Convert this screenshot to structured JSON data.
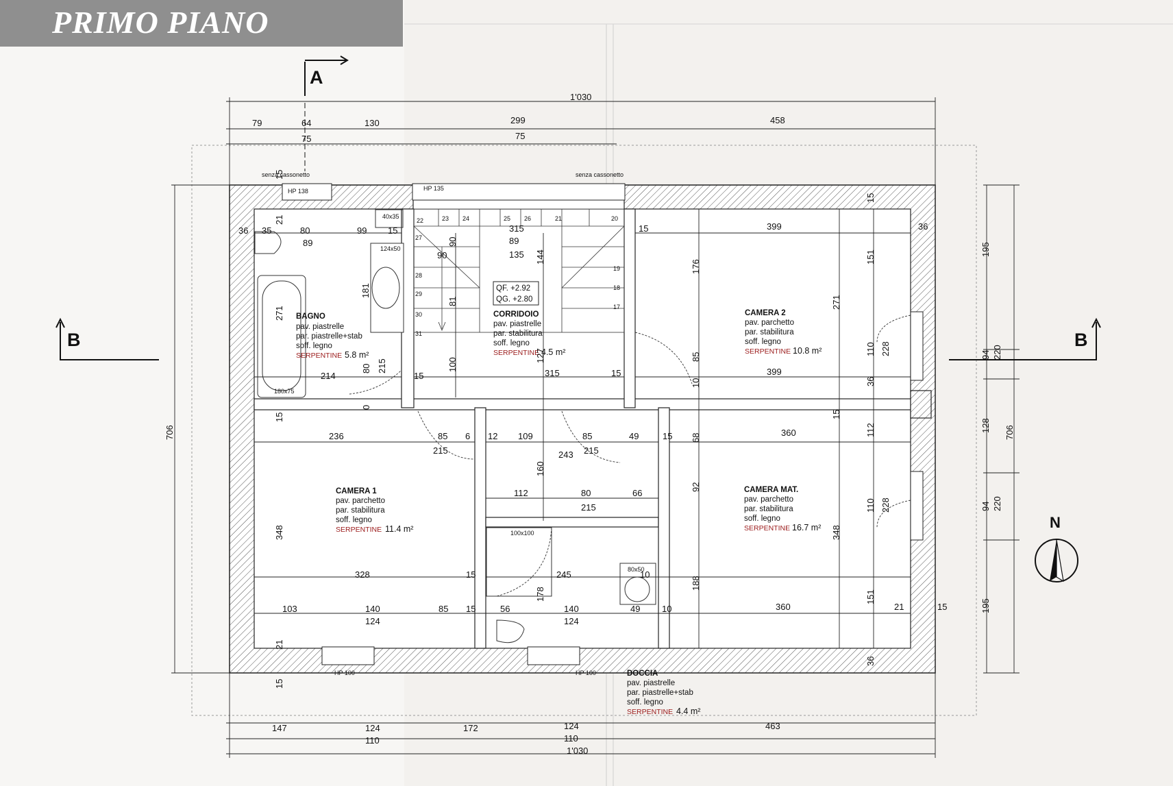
{
  "title": "PRIMO PIANO",
  "section_labels": {
    "a": "A",
    "b_left": "B",
    "b_right": "B",
    "north": "N"
  },
  "level_marks": {
    "qf": "QF. +2.92",
    "qg": "QG. +2.80"
  },
  "window_labels": {
    "hp138": "HP 138",
    "hp135": "HP 135",
    "hp100_left": "HP 100",
    "hp100_right": "HP 100"
  },
  "small_notes": {
    "left": "senza cassonetto",
    "right": "senza cassonetto",
    "wc_bagno": "40x35",
    "sink": "124x50",
    "tub": "180x75",
    "shower": "100x100",
    "wc_doccia": "80x50"
  },
  "rooms": [
    {
      "name": "BAGNO",
      "lines": [
        "pav. piastrelle",
        "par. piastrelle+stab",
        "soff. legno"
      ],
      "serp": "SERPENTINE",
      "area": "5.8 m²"
    },
    {
      "name": "CORRIDOIO",
      "lines": [
        "pav. piastrelle",
        "par. stabilitura",
        "soff. legno"
      ],
      "serp": "SERPENTINE",
      "area": "4.5 m²"
    },
    {
      "name": "CAMERA 2",
      "lines": [
        "pav. parchetto",
        "par. stabilitura",
        "soff. legno"
      ],
      "serp": "SERPENTINE",
      "area": "10.8 m²"
    },
    {
      "name": "CAMERA 1",
      "lines": [
        "pav. parchetto",
        "par. stabilitura",
        "soff. legno"
      ],
      "serp": "SERPENTINE",
      "area": "11.4 m²"
    },
    {
      "name": "CAMERA MAT.",
      "lines": [
        "pav. parchetto",
        "par. stabilitura",
        "soff. legno"
      ],
      "serp": "SERPENTINE",
      "area": "16.7 m²"
    },
    {
      "name": "DOCCIA",
      "lines": [
        "pav. piastrelle",
        "par. piastrelle+stab",
        "soff. legno"
      ],
      "serp": "SERPENTINE",
      "area": "4.4 m²"
    }
  ],
  "dimensions": {
    "top_total": "1'030",
    "top_row1": [
      "79",
      "64",
      "130",
      "299",
      "458"
    ],
    "top_row2": [
      "75",
      "75"
    ],
    "bottom_row1": [
      "147",
      "124",
      "172",
      "124",
      "463"
    ],
    "bottom_row2": [
      "110",
      "110"
    ],
    "bottom_total": "1'030",
    "left_total": "706",
    "right_total": "706",
    "right_col1": [
      "195",
      "94",
      "128",
      "94",
      "195"
    ],
    "right_col2": [
      "220",
      "220"
    ],
    "interior": [
      "15",
      "36",
      "35",
      "21",
      "80",
      "89",
      "99",
      "15",
      "181",
      "271",
      "215",
      "80",
      "214",
      "0",
      "15",
      "90",
      "90",
      "315",
      "89",
      "135",
      "144",
      "81",
      "100",
      "127",
      "315",
      "15",
      "15",
      "176",
      "271",
      "85",
      "399",
      "15",
      "10",
      "36",
      "399",
      "36",
      "151",
      "110",
      "228",
      "15",
      "236",
      "85",
      "6",
      "215",
      "12",
      "109",
      "85",
      "243",
      "215",
      "49",
      "15",
      "68",
      "360",
      "15",
      "112",
      "160",
      "112",
      "80",
      "66",
      "215",
      "92",
      "348",
      "328",
      "15",
      "245",
      "10",
      "188",
      "178",
      "110",
      "228",
      "348",
      "103",
      "140",
      "85",
      "15",
      "124",
      "56",
      "140",
      "49",
      "10",
      "360",
      "21",
      "15",
      "151",
      "124",
      "21",
      "15",
      "36"
    ],
    "stair_steps": [
      "22",
      "23",
      "24",
      "25",
      "26",
      "27",
      "28",
      "29",
      "30",
      "31",
      "21",
      "20",
      "19",
      "18",
      "17"
    ]
  }
}
